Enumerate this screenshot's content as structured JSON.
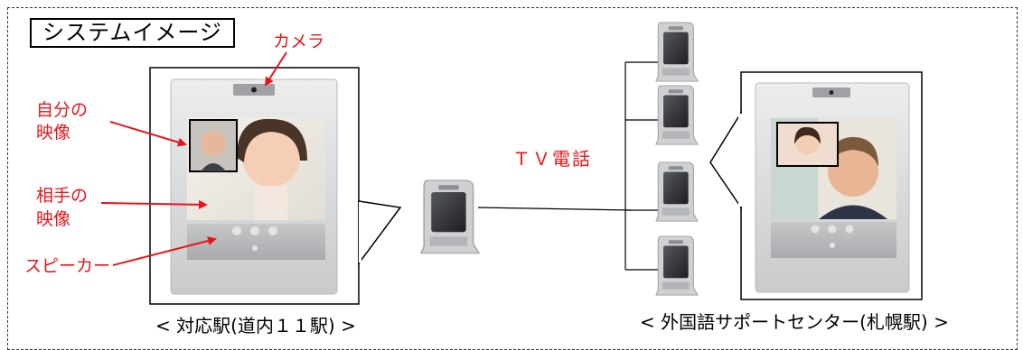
{
  "diagram": {
    "title": "システムイメージ",
    "labels": {
      "camera": "カメラ",
      "self_view_line1": "自分の",
      "self_view_line2": "映像",
      "other_view_line1": "相手の",
      "other_view_line2": "映像",
      "speaker": "スピーカー",
      "tv_phone": "ＴＶ電話"
    },
    "captions": {
      "left_station": "< 対応駅(道内１１駅) >",
      "right_center": "< 外国語サポートセンター(札幌駅) >"
    },
    "colors": {
      "annotation": "#e8141a",
      "device_body": "#d9dadc",
      "screen": "#2a2c2f"
    }
  }
}
